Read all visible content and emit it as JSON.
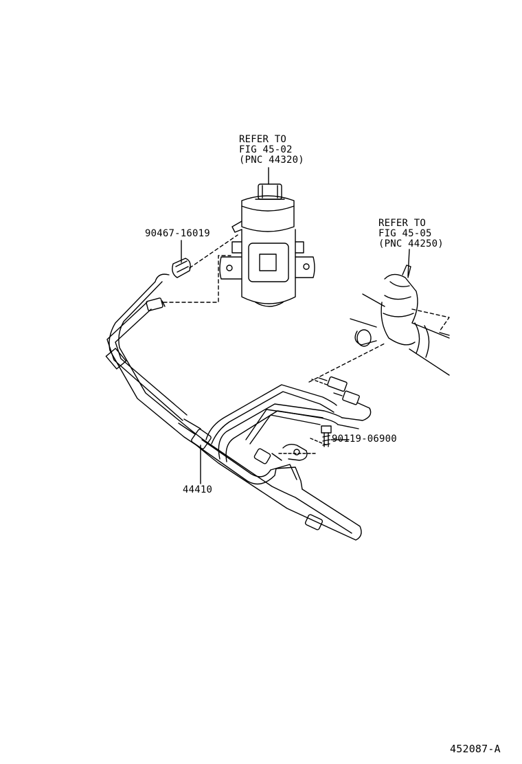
{
  "refs": [
    {
      "line1": "REFER TO",
      "line2": "FIG 45-02",
      "line3": "(PNC 44320)"
    },
    {
      "line1": "REFER TO",
      "line2": "FIG 45-05",
      "line3": "(PNC 44250)"
    }
  ],
  "parts": {
    "clamp": "90467-16019",
    "bolt": "90119-06900",
    "hose": "44410"
  },
  "figure_number": "452087-A"
}
